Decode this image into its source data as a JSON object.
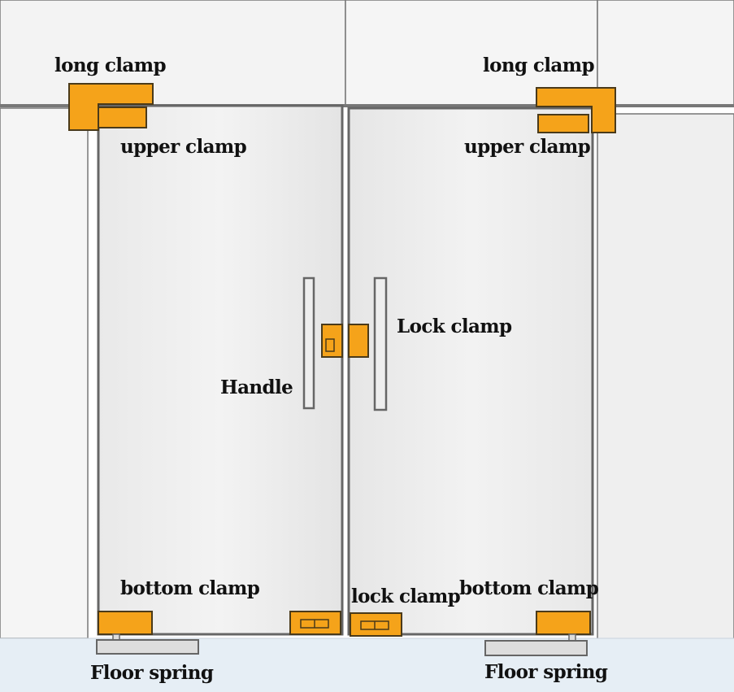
{
  "labels": {
    "long_clamp_left": "long clamp",
    "long_clamp_right": "long clamp",
    "upper_clamp_left": "upper clamp",
    "upper_clamp_right": "upper clamp",
    "lock_clamp_upper": "Lock clamp",
    "handle": "Handle",
    "bottom_clamp_left": "bottom clamp",
    "bottom_clamp_right": "bottom clamp",
    "lock_clamp_lower": "lock clamp",
    "floor_spring_left": "Floor spring",
    "floor_spring_right": "Floor spring"
  },
  "colors": {
    "clamp": "#f5a31a",
    "clamp_outline": "#4a3a1a",
    "frame": "#666666",
    "wall": "#f4f4f4",
    "glass": "#eeeeee",
    "floor": "#e6eef5"
  }
}
